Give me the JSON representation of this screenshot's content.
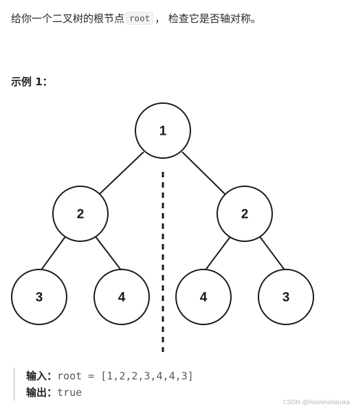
{
  "problem": {
    "text_before": "给你一个二叉树的根节点",
    "code": "root",
    "text_after": "， 检查它是否轴对称。"
  },
  "example": {
    "heading": "示例 1：",
    "tree": {
      "nodes": [
        "1",
        "2",
        "2",
        "3",
        "4",
        "4",
        "3"
      ]
    },
    "input_label": "输入：",
    "input_value": "root = [1,2,2,3,4,4,3]",
    "output_label": "输出：",
    "output_value": "true"
  },
  "watermark": "CSDN @Hoshinoharuka"
}
